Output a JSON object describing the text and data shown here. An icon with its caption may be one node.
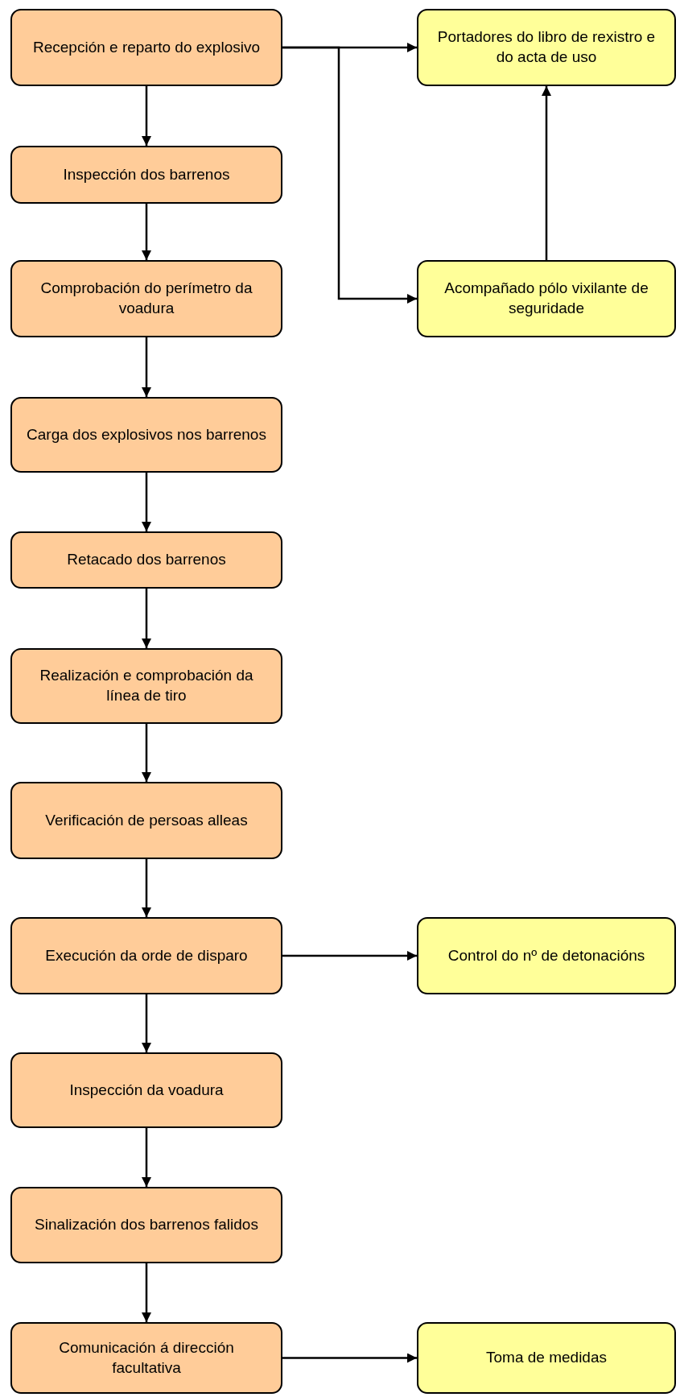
{
  "diagram": {
    "nodes": [
      {
        "text": [
          "Recepción e reparto do explosivo"
        ]
      },
      {
        "text": [
          "Portadores do libro de rexistro e do acta de uso"
        ]
      },
      {
        "text": [
          "Inspección dos barrenos"
        ]
      },
      {
        "text": [
          "Comprobación do perímetro da voadura"
        ]
      },
      {
        "text": [
          "Acompañado pólo vixilante de seguridade"
        ]
      },
      {
        "text": [
          "Carga dos explosivos nos barrenos"
        ]
      },
      {
        "text": [
          "Retacado dos barrenos"
        ]
      },
      {
        "text": [
          "Realización e comprobación da línea de tiro"
        ]
      },
      {
        "text": [
          "Verificación de persoas alleas"
        ]
      },
      {
        "text": [
          "Execución da orde de disparo"
        ]
      },
      {
        "text": [
          "Control do nº de detonacións"
        ]
      },
      {
        "text": [
          "Inspección da voadura"
        ]
      },
      {
        "text": [
          "Sinalización dos barrenos falidos"
        ]
      },
      {
        "text": [
          "Comunicación á dirección facultativa"
        ]
      },
      {
        "text": [
          "Toma de medidas"
        ]
      }
    ],
    "edges": [
      {
        "from": 0,
        "to": 2,
        "arrow": "to"
      },
      {
        "from": 2,
        "to": 3,
        "arrow": "to"
      },
      {
        "from": 3,
        "to": 5,
        "arrow": "to"
      },
      {
        "from": 5,
        "to": 6,
        "arrow": "to"
      },
      {
        "from": 6,
        "to": 7,
        "arrow": "to"
      },
      {
        "from": 7,
        "to": 8,
        "arrow": "to"
      },
      {
        "from": 8,
        "to": 9,
        "arrow": "to"
      },
      {
        "from": 9,
        "to": 11,
        "arrow": "to"
      },
      {
        "from": 11,
        "to": 12,
        "arrow": "to"
      },
      {
        "from": 12,
        "to": 13,
        "arrow": "to"
      },
      {
        "from": 0,
        "to": 1,
        "arrow": "to"
      },
      {
        "from": 0,
        "to": 4,
        "arrow": "to"
      },
      {
        "from": 4,
        "to": 1,
        "arrow": "to"
      },
      {
        "from": 9,
        "to": 10,
        "arrow": "to"
      },
      {
        "from": 13,
        "to": 14,
        "arrow": "to"
      }
    ]
  }
}
